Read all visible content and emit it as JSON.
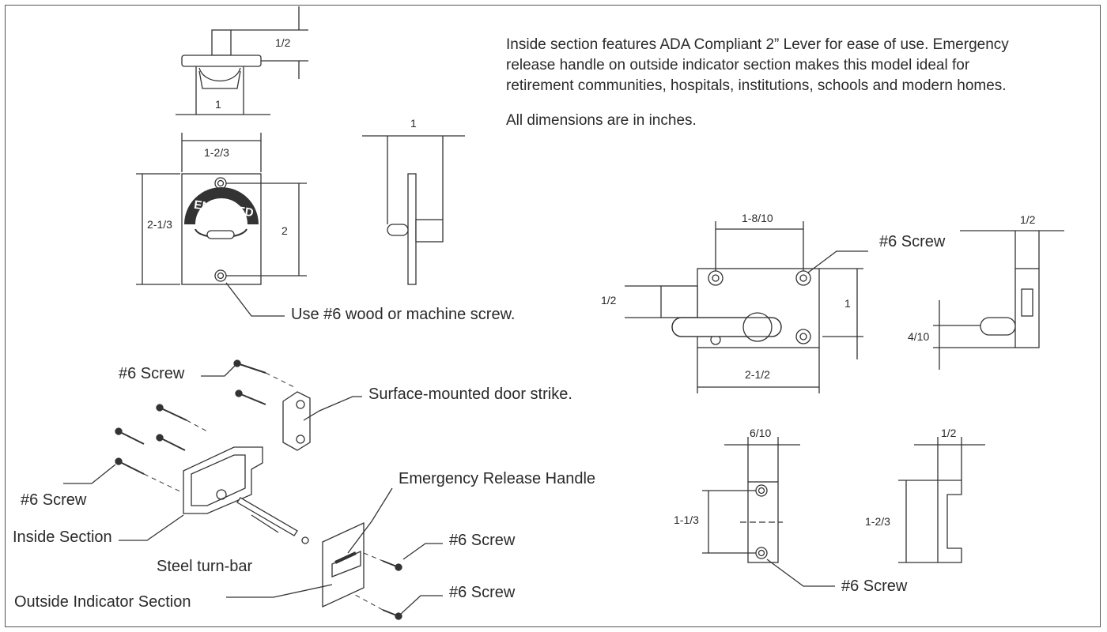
{
  "description": {
    "paragraph1": "Inside section features ADA Compliant 2” Lever for ease of use.  Emergency release handle on outside indicator section makes this model ideal for retirement communities, hospitals, institutions, schools and modern homes.",
    "paragraph2": "All dimensions are in inches."
  },
  "indicator_plate": {
    "word": "ENGAGED",
    "dim_top_height": "1/2",
    "dim_knob_width": "1",
    "dim_width": "1-2/3",
    "dim_height": "2-1/3",
    "dim_hole_spacing": "2",
    "dim_side_depth": "1",
    "screw_note": "Use #6 wood or machine screw."
  },
  "lock_body": {
    "dim_hole_spacing": "1-8/10",
    "dim_length": "2-1/2",
    "dim_height": "1",
    "dim_bolt": "1/2",
    "screw_label": "#6 Screw",
    "dim_side_top": "1/2",
    "dim_side_bolt": "4/10"
  },
  "strike": {
    "dim_width": "6/10",
    "dim_height": "1-1/3",
    "screw_label": "#6 Screw",
    "dim_side_width": "1/2",
    "dim_side_height": "1-2/3"
  },
  "exploded": {
    "screw_label_1": "#6 Screw",
    "screw_label_2": "#6 Screw",
    "screw_label_3": "#6 Screw",
    "screw_label_4": "#6 Screw",
    "door_strike": "Surface-mounted door strike.",
    "emergency_handle": "Emergency Release Handle",
    "inside_section": "Inside Section",
    "turn_bar": "Steel turn-bar",
    "outside_section": "Outside Indicator Section"
  }
}
